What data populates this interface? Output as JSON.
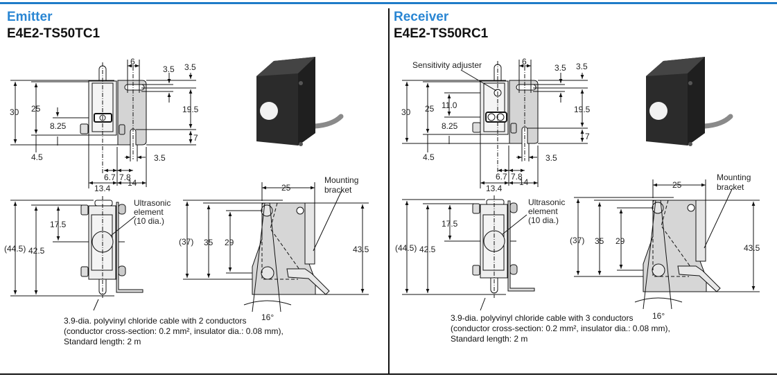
{
  "panels": [
    {
      "heading": "Emitter",
      "model": "E4E2-TS50TC1",
      "labels": {
        "sensitivity_adjuster": "",
        "ultrasonic_element": [
          "Ultrasonic",
          "element",
          "(10 dia.)"
        ],
        "mounting_bracket": [
          "Mounting",
          "bracket"
        ]
      },
      "dims_front": [
        "6",
        "3.5",
        "3.5",
        "30",
        "25",
        "19.5",
        "8.25",
        "7",
        "4.5",
        "3.5",
        "6.7",
        "7.8",
        "13.4",
        "14"
      ],
      "dims_side": [
        "17.5",
        "(44.5)",
        "42.5"
      ],
      "dims_bracket": [
        "25",
        "(37)",
        "35",
        "29",
        "43.5",
        "16°"
      ],
      "cable_note": [
        "3.9-dia. polyvinyl chloride cable with 2 conductors",
        "(conductor cross-section: 0.2 mm², insulator dia.: 0.08 mm),",
        "Standard length: 2 m"
      ]
    },
    {
      "heading": "Receiver",
      "model": "E4E2-TS50RC1",
      "labels": {
        "sensitivity_adjuster": "Sensitivity adjuster",
        "ultrasonic_element": [
          "Ultrasonic",
          "element",
          "(10 dia.)"
        ],
        "mounting_bracket": [
          "Mounting",
          "bracket"
        ]
      },
      "dims_front": [
        "6",
        "3.5",
        "3.5",
        "30",
        "25",
        "19.5",
        "8.25",
        "7",
        "4.5",
        "3.5",
        "6.7",
        "7.8",
        "13.4",
        "14",
        "11.0"
      ],
      "dims_side": [
        "17.5",
        "(44.5)",
        "42.5"
      ],
      "dims_bracket": [
        "25",
        "(37)",
        "35",
        "29",
        "43.5",
        "16°"
      ],
      "cable_note": [
        "3.9-dia. polyvinyl chloride cable with 3 conductors",
        "(conductor cross-section: 0.2 mm², insulator dia.: 0.08 mm),",
        "Standard length: 2 m"
      ]
    }
  ],
  "colors": {
    "accent": "#2a86d3",
    "rule": "#1f7bc8",
    "part_fill": "#d4d4d4",
    "sensor_body": "#2b2b2b"
  }
}
